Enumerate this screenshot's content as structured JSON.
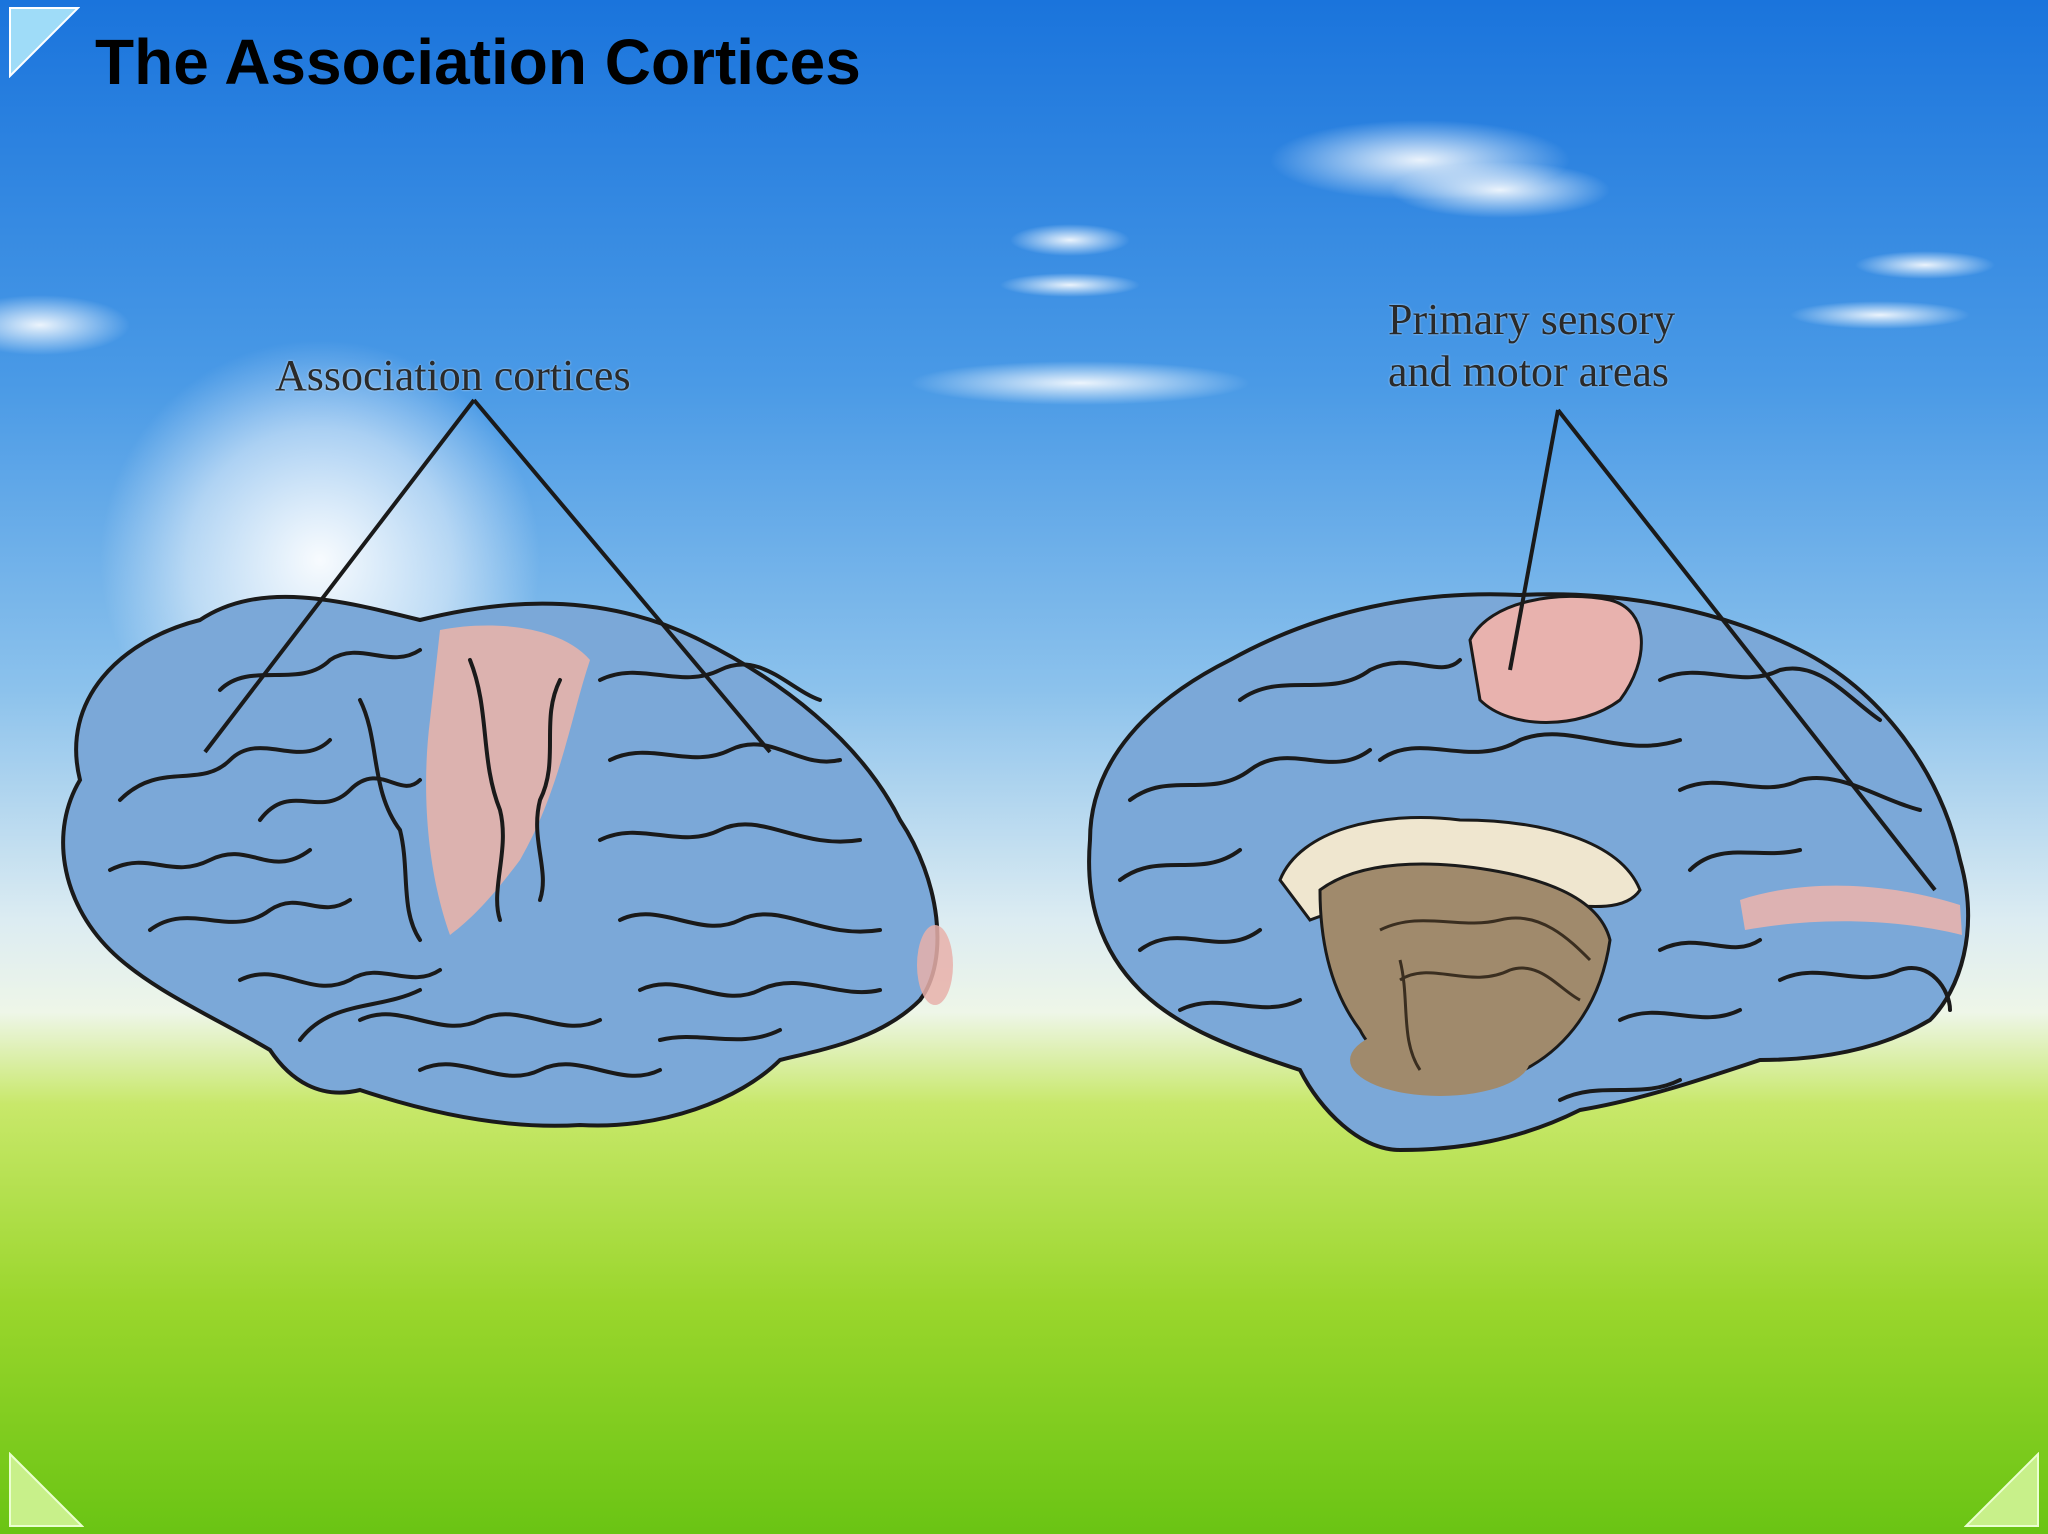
{
  "slide": {
    "title": "The Association Cortices"
  },
  "figure": {
    "left_label": "Association cortices",
    "right_label_line1": "Primary sensory",
    "right_label_line2": "and motor areas"
  },
  "colors": {
    "sky_top": "#1f7fe0",
    "sky_mid": "#7fbcee",
    "horizon": "#e8f4f0",
    "grass_light": "#b6e03a",
    "grass_dark": "#6cc416",
    "cortex_blue": "#7aa6d6",
    "primary_pink": "#e8b2ae",
    "outline": "#1a1a1a",
    "corner_accent": "#8fd3f5"
  }
}
